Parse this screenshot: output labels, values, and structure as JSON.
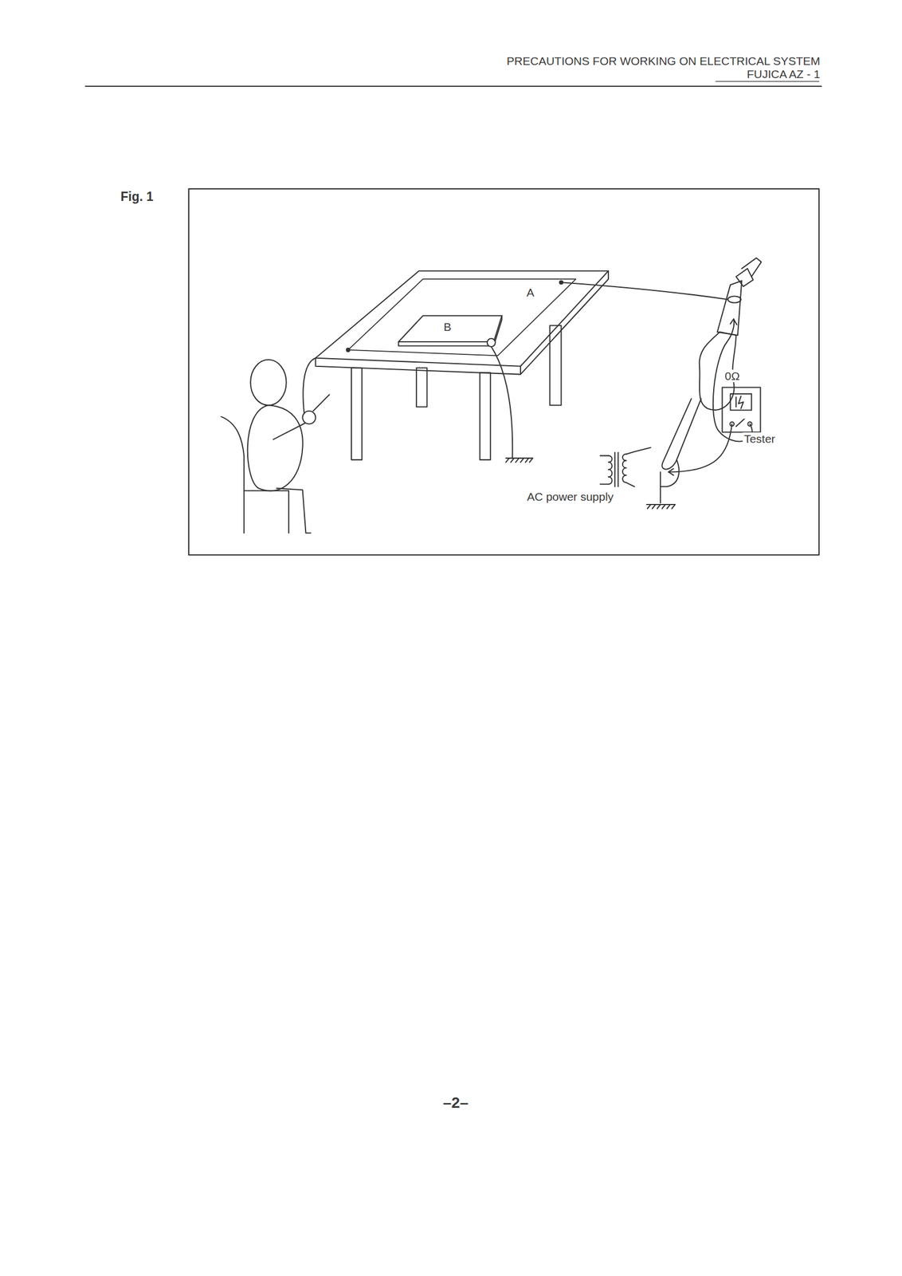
{
  "diagram": {
    "labels": [
      "PRECAUTIONS FOR WORKING ON ELECTRICAL SYSTEM",
      "FUJICA AZ - 1",
      "Fig. 1",
      "A",
      "B",
      "0Ω",
      "Tester",
      "AC power supply",
      "–2–"
    ]
  }
}
